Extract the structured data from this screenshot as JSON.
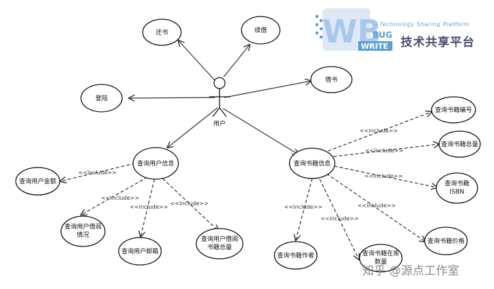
{
  "actor": {
    "label": "用户"
  },
  "use_cases": {
    "return_book": "还书",
    "renew": "续借",
    "login": "登陆",
    "borrow": "借书",
    "query_user": "查询用户信息",
    "query_book": "查询书籍信息",
    "user_balance": "查询用户金额",
    "user_borrow_status": [
      "查询用户借阅",
      "情况"
    ],
    "user_email": "查询用户邮箱",
    "user_borrow_total": [
      "查询用户借阅",
      "书籍总量"
    ],
    "book_id": "查询书籍编号",
    "book_total": "查询书籍总量",
    "book_isbn": [
      "查询书籍",
      "ISBN"
    ],
    "book_author": "查询书籍作者",
    "book_stock": [
      "查询书籍在库",
      "数量"
    ],
    "book_price": "查询书籍价格"
  },
  "relation_label": "<<include>>",
  "logo": {
    "letters": "WB",
    "bug": "BUG",
    "write": "WRITE",
    "tagline": "Technology Sharing Platform",
    "name_cn": "技术共享平台"
  },
  "watermark": "知乎 @源点工作室",
  "colors": {
    "line": "#333333",
    "logo_light": "#a9c8ee",
    "logo_blue": "#5ca0d6",
    "logo_dark": "#4a4f6a"
  }
}
